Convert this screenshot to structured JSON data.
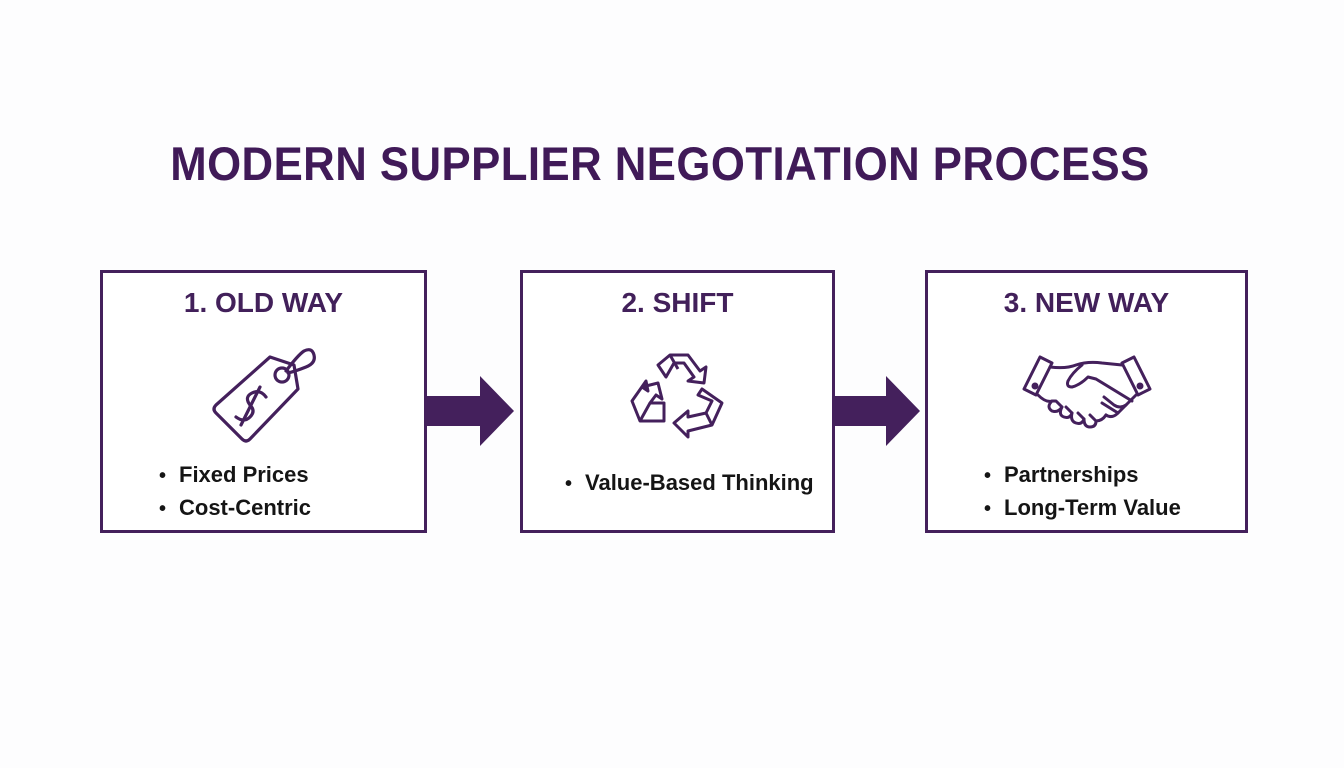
{
  "diagram": {
    "title": "MODERN SUPPLIER NEGOTIATION PROCESS",
    "accent_color": "#42205a",
    "text_color": "#151515",
    "steps": [
      {
        "heading": "1. OLD WAY",
        "icon": "price-tag-icon",
        "bullets": [
          "Fixed Prices",
          "Cost-Centric"
        ]
      },
      {
        "heading": "2. SHIFT",
        "icon": "recycle-icon",
        "bullets": [
          "Value-Based Thinking"
        ]
      },
      {
        "heading": "3. NEW WAY",
        "icon": "handshake-icon",
        "bullets": [
          "Partnerships",
          "Long-Term Value"
        ]
      }
    ],
    "connectors": [
      {
        "from": "1. OLD WAY",
        "to": "2. SHIFT",
        "icon": "arrow-right-icon"
      },
      {
        "from": "2. SHIFT",
        "to": "3. NEW WAY",
        "icon": "arrow-right-icon"
      }
    ]
  }
}
